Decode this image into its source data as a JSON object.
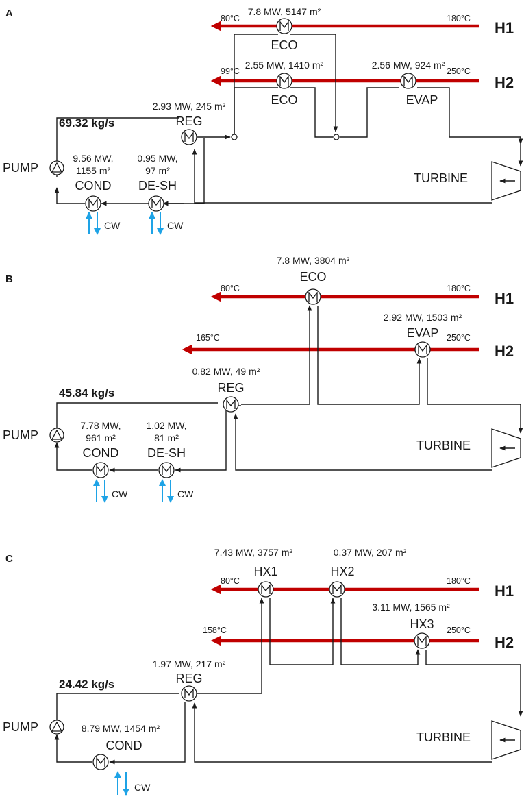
{
  "panels": {
    "A": {
      "label": "A",
      "flow_rate": "69.32 kg/s",
      "h1": {
        "name": "H1",
        "inlet": "180°C",
        "outlet": "80°C"
      },
      "h2": {
        "name": "H2",
        "inlet": "250°C",
        "outlet": "99°C"
      },
      "eco1": {
        "name": "ECO",
        "duty": "7.8 MW, 5147 m²"
      },
      "eco2": {
        "name": "ECO",
        "duty": "2.55 MW, 1410 m²"
      },
      "evap": {
        "name": "EVAP",
        "duty": "2.56 MW, 924 m²"
      },
      "reg": {
        "name": "REG",
        "duty": "2.93 MW, 245 m²"
      },
      "cond": {
        "name": "COND",
        "duty_line1": "9.56 MW,",
        "duty_line2": "1155 m²"
      },
      "desh": {
        "name": "DE-SH",
        "duty_line1": "0.95 MW,",
        "duty_line2": "97 m²"
      },
      "pump": "PUMP",
      "turbine": "TURBINE",
      "cw": "CW"
    },
    "B": {
      "label": "B",
      "flow_rate": "45.84 kg/s",
      "h1": {
        "name": "H1",
        "inlet": "180°C",
        "outlet": "80°C"
      },
      "h2": {
        "name": "H2",
        "inlet": "250°C",
        "outlet": "165°C"
      },
      "eco": {
        "name": "ECO",
        "duty": "7.8 MW, 3804 m²"
      },
      "evap": {
        "name": "EVAP",
        "duty": "2.92 MW, 1503 m²"
      },
      "reg": {
        "name": "REG",
        "duty": "0.82 MW, 49 m²"
      },
      "cond": {
        "name": "COND",
        "duty_line1": "7.78 MW,",
        "duty_line2": "961 m²"
      },
      "desh": {
        "name": "DE-SH",
        "duty_line1": "1.02 MW,",
        "duty_line2": "81 m²"
      },
      "pump": "PUMP",
      "turbine": "TURBINE",
      "cw": "CW"
    },
    "C": {
      "label": "C",
      "flow_rate": "24.42 kg/s",
      "h1": {
        "name": "H1",
        "inlet": "180°C",
        "outlet": "80°C"
      },
      "h2": {
        "name": "H2",
        "inlet": "250°C",
        "outlet": "158°C"
      },
      "hx1": {
        "name": "HX1",
        "duty": "7.43 MW, 3757 m²"
      },
      "hx2": {
        "name": "HX2",
        "duty": "0.37 MW, 207 m²"
      },
      "hx3": {
        "name": "HX3",
        "duty": "3.11 MW, 1565 m²"
      },
      "reg": {
        "name": "REG",
        "duty": "1.97 MW, 217 m²"
      },
      "cond": {
        "name": "COND",
        "duty": "8.79 MW, 1454 m²"
      },
      "pump": "PUMP",
      "turbine": "TURBINE",
      "cw": "CW"
    }
  },
  "colors": {
    "hot_stream": "#c00000",
    "cooling_water": "#1ea3e6",
    "wire": "#1a1a1a"
  }
}
